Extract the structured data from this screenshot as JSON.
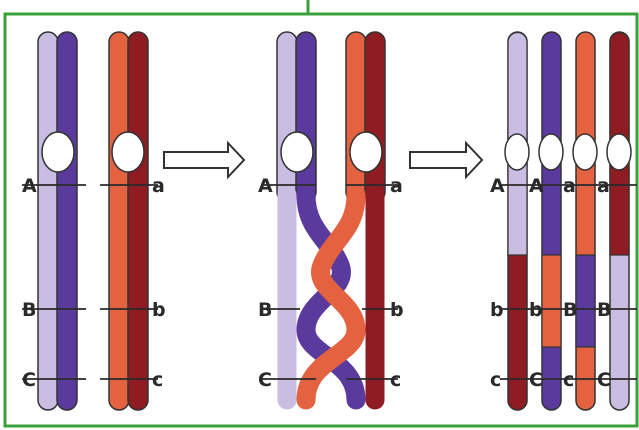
{
  "colors": {
    "frame": "#3aa03a",
    "light_purple": "#c9bde2",
    "dark_purple": "#5a3a9c",
    "orange": "#e4623f",
    "dark_red": "#8e1c22",
    "outline": "#333333",
    "locus_line": "#2a2a2a"
  },
  "panels": {
    "left": {
      "labels_left": [
        "A",
        "B",
        "C"
      ],
      "labels_right": [
        "a",
        "b",
        "c"
      ]
    },
    "middle": {
      "labels_left": [
        "A",
        "B",
        "C"
      ],
      "labels_right": [
        "a",
        "b",
        "c"
      ]
    },
    "right": {
      "chromatid_1": [
        "A",
        "b",
        "c"
      ],
      "chromatid_2": [
        "A",
        "b",
        "C"
      ],
      "chromatid_3": [
        "a",
        "B",
        "c"
      ],
      "chromatid_4": [
        "a",
        "B",
        "C"
      ]
    }
  },
  "arrows": [
    "process-arrow-1",
    "process-arrow-2"
  ]
}
